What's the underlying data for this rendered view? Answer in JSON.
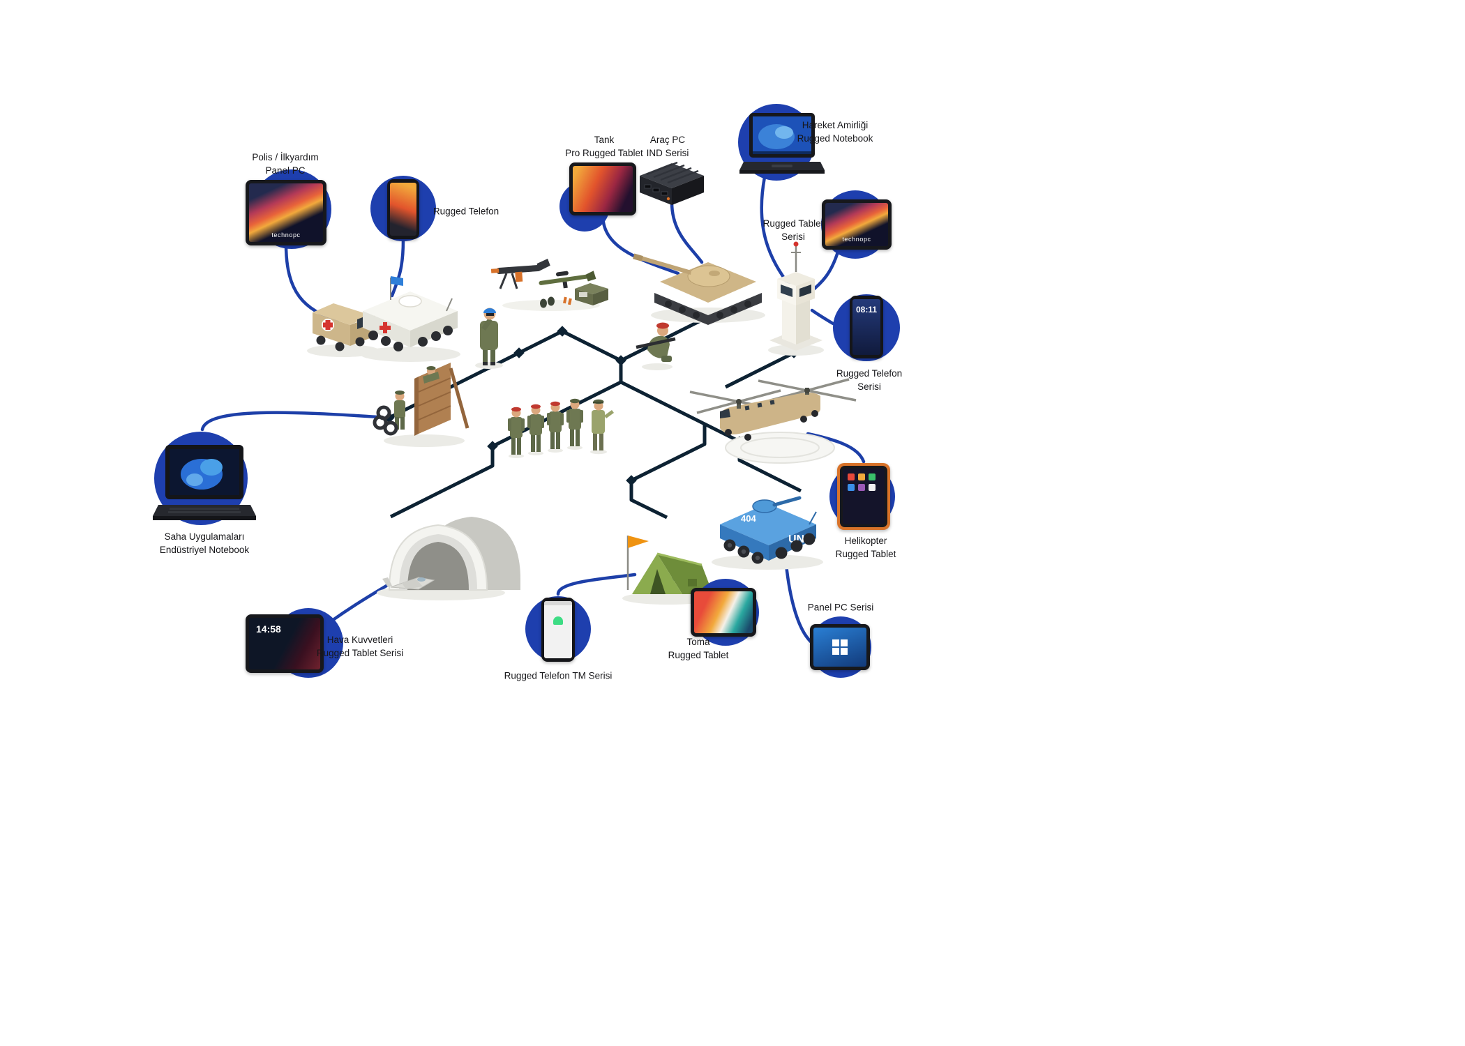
{
  "colors": {
    "background": "#ffffff",
    "bubble_blue": "#1e3fae",
    "connector_blue": "#1d3fa8",
    "network_dark": "#0d2233"
  },
  "devices": [
    {
      "id": "polis-panel-pc",
      "label_line1": "Polis / İlkyardım",
      "label_line2": "Panel PC",
      "screen_brand": "technopc"
    },
    {
      "id": "rugged-telefon",
      "label_line1": "Rugged Telefon",
      "label_line2": ""
    },
    {
      "id": "tank-pro-rugged-tablet",
      "label_line1": "Tank",
      "label_line2": "Pro Rugged Tablet"
    },
    {
      "id": "arac-pc-ind",
      "label_line1": "Araç PC",
      "label_line2": "IND Serisi"
    },
    {
      "id": "hareket-amirligi-notebook",
      "label_line1": "Hareket Amirliği",
      "label_line2": "Rugged Notebook"
    },
    {
      "id": "rugged-tablet-serisi",
      "label_line1": "Rugged Tablet",
      "label_line2": "Serisi",
      "screen_brand": "technopc"
    },
    {
      "id": "rugged-telefon-serisi",
      "label_line1": "Rugged Telefon",
      "label_line2": "Serisi",
      "screen_time": "08:11"
    },
    {
      "id": "helikopter-rugged-tablet",
      "label_line1": "Helikopter",
      "label_line2": "Rugged Tablet"
    },
    {
      "id": "panel-pc-serisi",
      "label_line1": "Panel PC Serisi",
      "label_line2": ""
    },
    {
      "id": "toma-rugged-tablet",
      "label_line1": "Toma",
      "label_line2": "Rugged Tablet"
    },
    {
      "id": "rugged-telefon-tm-serisi",
      "label_line1": "Rugged Telefon TM Serisi",
      "label_line2": ""
    },
    {
      "id": "hava-kuvvetleri-tablet",
      "label_line1": "Hava Kuvvetleri",
      "label_line2": "Rugged Tablet Serisi",
      "screen_time": "14:58"
    },
    {
      "id": "saha-notebook",
      "label_line1": "Saha Uygulamaları",
      "label_line2": "Endüstriyel Notebook"
    }
  ],
  "scene": {
    "apc_number": "404",
    "apc_marking": "UN"
  }
}
